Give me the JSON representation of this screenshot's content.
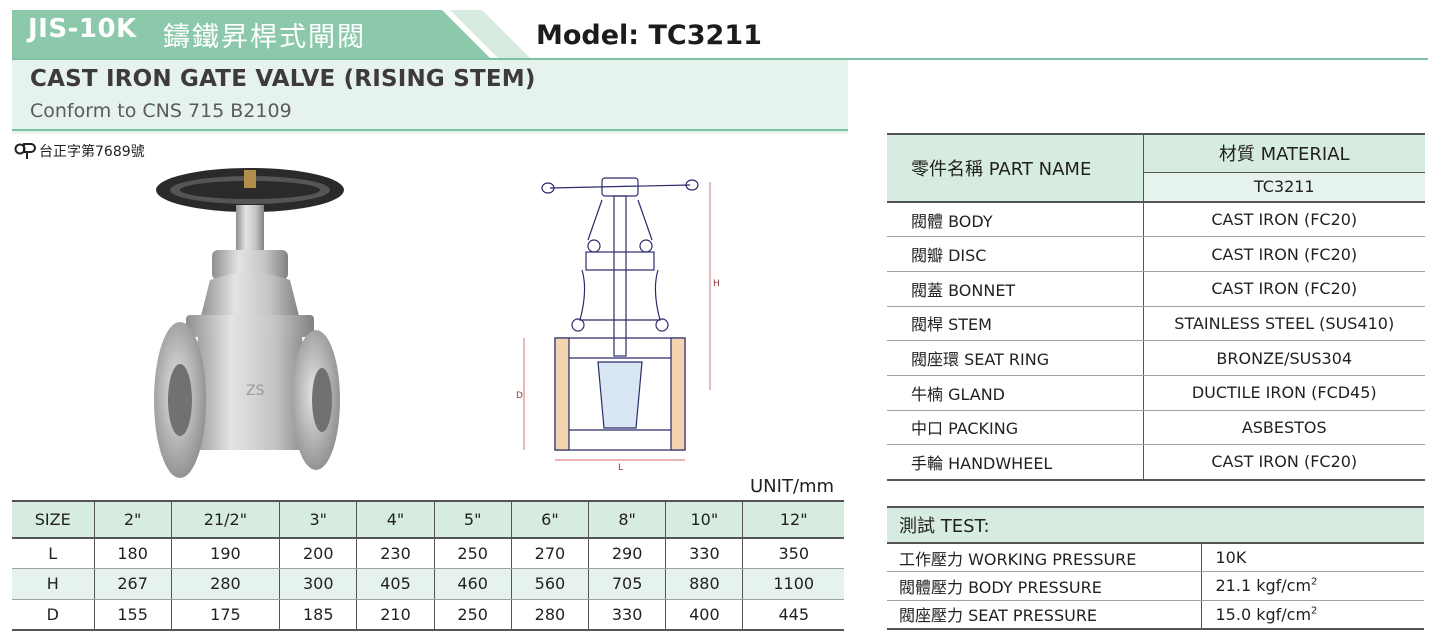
{
  "header": {
    "code": "JIS-10K",
    "chinese_title": "鑄鐵昇桿式閘閥",
    "model": "Model: TC3211",
    "title_en": "CAST IRON GATE VALVE (RISING STEM)",
    "subtitle": "Conform to CNS 715 B2109",
    "registration": "台正字第7689號"
  },
  "colors": {
    "tab_green": "#8cc9ab",
    "header_light": "#d6ece0",
    "band_light": "#e5f3ec",
    "line_green": "#7cc2a2"
  },
  "unit_label": "UNIT/mm",
  "dimensions": {
    "header": [
      "SIZE",
      "2\"",
      "21/2\"",
      "3\"",
      "4\"",
      "5\"",
      "6\"",
      "8\"",
      "10\"",
      "12\""
    ],
    "rows": [
      [
        "L",
        "180",
        "190",
        "200",
        "230",
        "250",
        "270",
        "290",
        "330",
        "350"
      ],
      [
        "H",
        "267",
        "280",
        "300",
        "405",
        "460",
        "560",
        "705",
        "880",
        "1100"
      ],
      [
        "D",
        "155",
        "175",
        "185",
        "210",
        "250",
        "280",
        "330",
        "400",
        "445"
      ]
    ]
  },
  "materials": {
    "part_header": "零件名稱  PART NAME",
    "material_header": "材質  MATERIAL",
    "model_header": "TC3211",
    "rows": [
      {
        "part": "閥體 BODY",
        "material": "CAST IRON (FC20)"
      },
      {
        "part": "閥瓣 DISC",
        "material": "CAST IRON (FC20)"
      },
      {
        "part": "閥蓋  BONNET",
        "material": "CAST IRON (FC20)"
      },
      {
        "part": "閥桿 STEM",
        "material": "STAINLESS STEEL (SUS410)"
      },
      {
        "part": "閥座環 SEAT RING",
        "material": "BRONZE/SUS304"
      },
      {
        "part": "牛楠  GLAND",
        "material": "DUCTILE IRON (FCD45)"
      },
      {
        "part": "中口  PACKING",
        "material": "ASBESTOS"
      },
      {
        "part": "手輪  HANDWHEEL",
        "material": "CAST IRON (FC20)"
      }
    ]
  },
  "test": {
    "title": "測試 TEST:",
    "rows": [
      {
        "name": "工作壓力  WORKING PRESSURE",
        "value": "10K",
        "unit": ""
      },
      {
        "name": "閥體壓力  BODY PRESSURE",
        "value": "21.1 kgf/cm",
        "unit": "2"
      },
      {
        "name": "閥座壓力  SEAT PRESSURE",
        "value": "15.0 kgf/cm",
        "unit": "2"
      }
    ]
  },
  "drawing_labels": {
    "height": "H",
    "diameter": "D",
    "length": "L"
  }
}
